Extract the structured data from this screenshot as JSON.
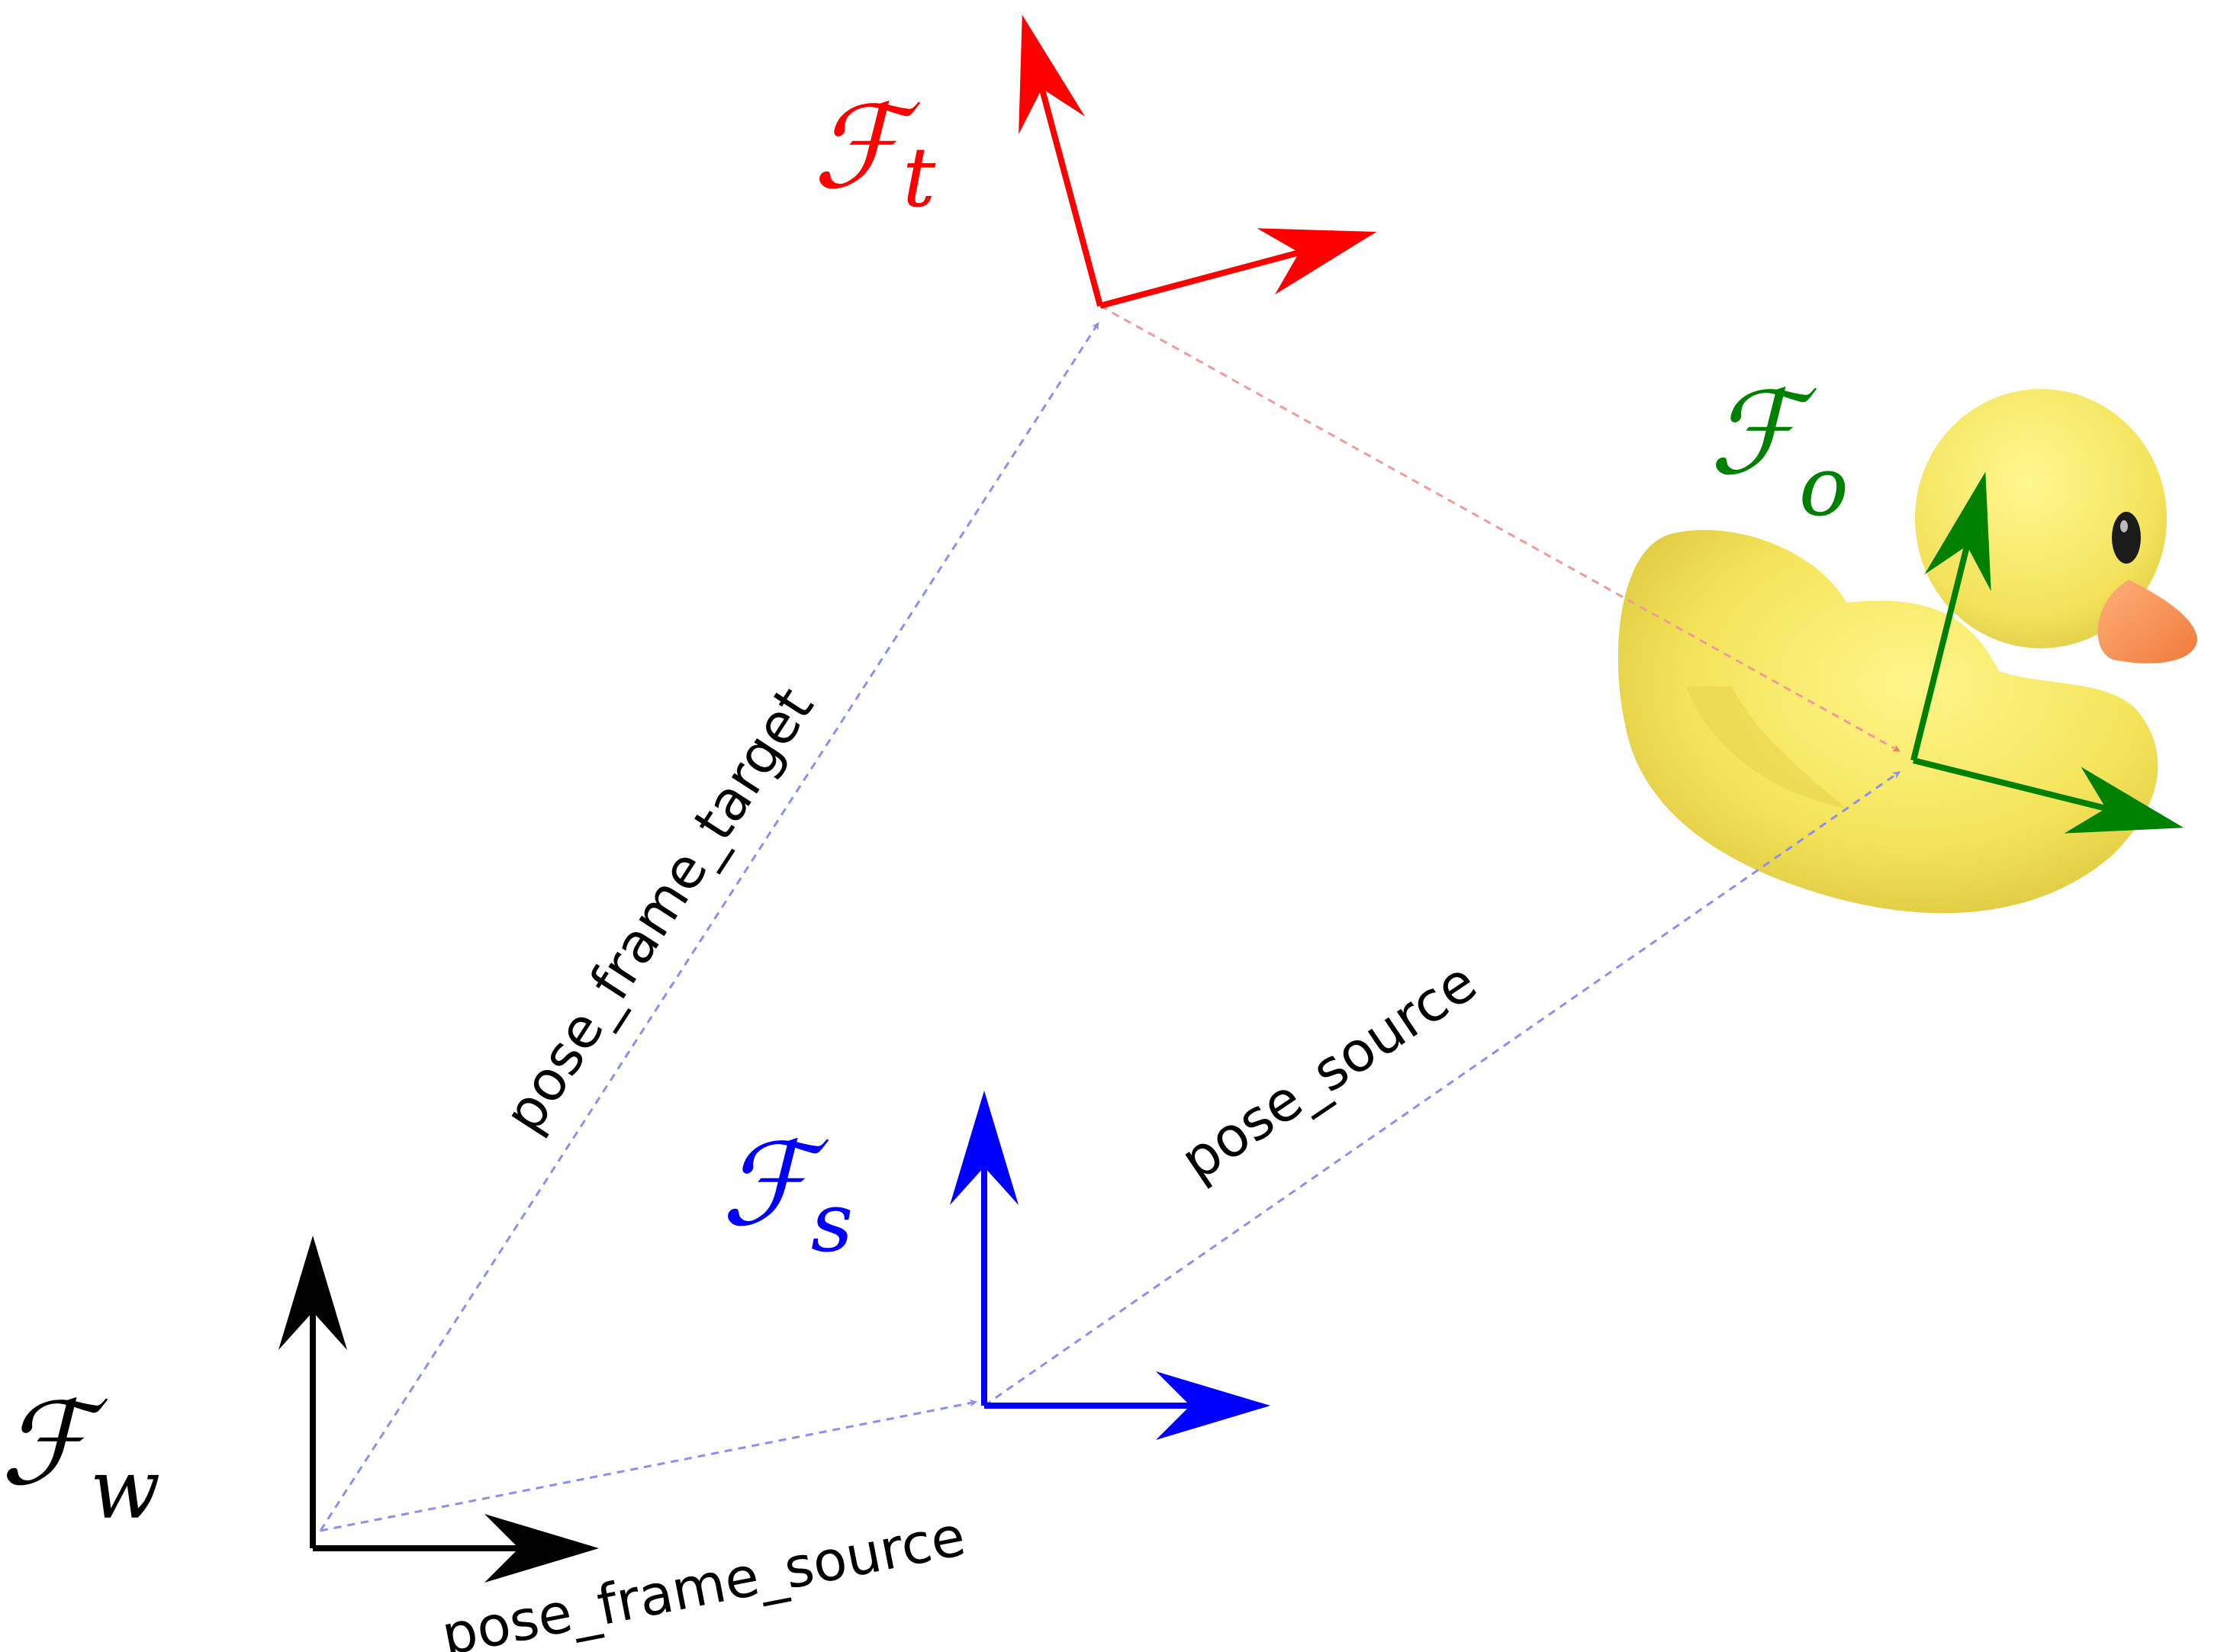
{
  "colors": {
    "world": "#000000",
    "target": "#ff0000",
    "source": "#0000ff",
    "object": "#008000",
    "pose_link_blue": "#8e8ef2",
    "pose_link_red": "#f29a9a"
  },
  "frames": {
    "world": {
      "symbol": "ℱ",
      "subscript": "w"
    },
    "target": {
      "symbol": "ℱ",
      "subscript": "t"
    },
    "source": {
      "symbol": "ℱ",
      "subscript": "s"
    },
    "object": {
      "symbol": "ℱ",
      "subscript": "o"
    }
  },
  "poses": {
    "frame_target": "pose_frame_target",
    "frame_source": "pose_frame_source",
    "source": "pose_source"
  },
  "object": {
    "picture": "rubber-duck"
  }
}
